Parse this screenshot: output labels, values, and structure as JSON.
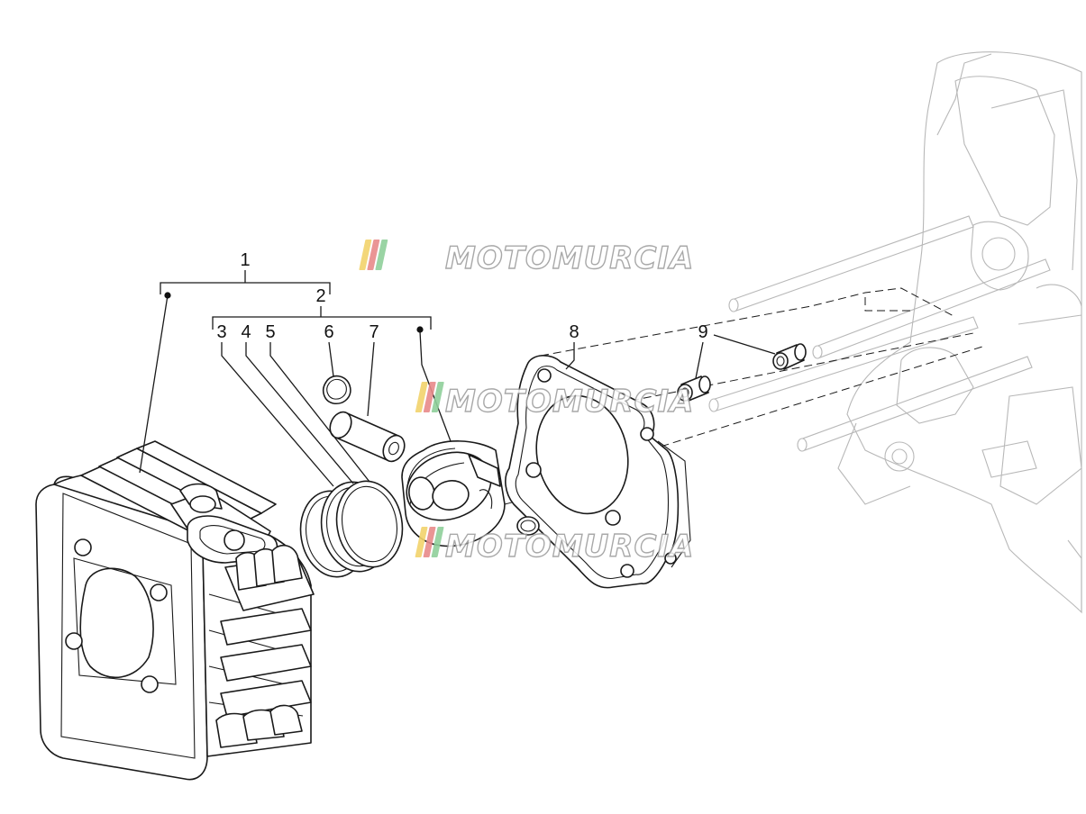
{
  "callouts": {
    "c1": "1",
    "c2": "2",
    "c3": "3",
    "c4": "4",
    "c5": "5",
    "c6": "6",
    "c7": "7",
    "c8": "8",
    "c9": "9"
  },
  "watermark": {
    "text": "MOTOMURCIA",
    "stripe_colors": [
      "#f2d36b",
      "#e88a8a",
      "#8fcf9a"
    ]
  },
  "colors": {
    "line": "#1a1a1a",
    "ghost_line": "#b8b8b8",
    "background": "#ffffff"
  }
}
